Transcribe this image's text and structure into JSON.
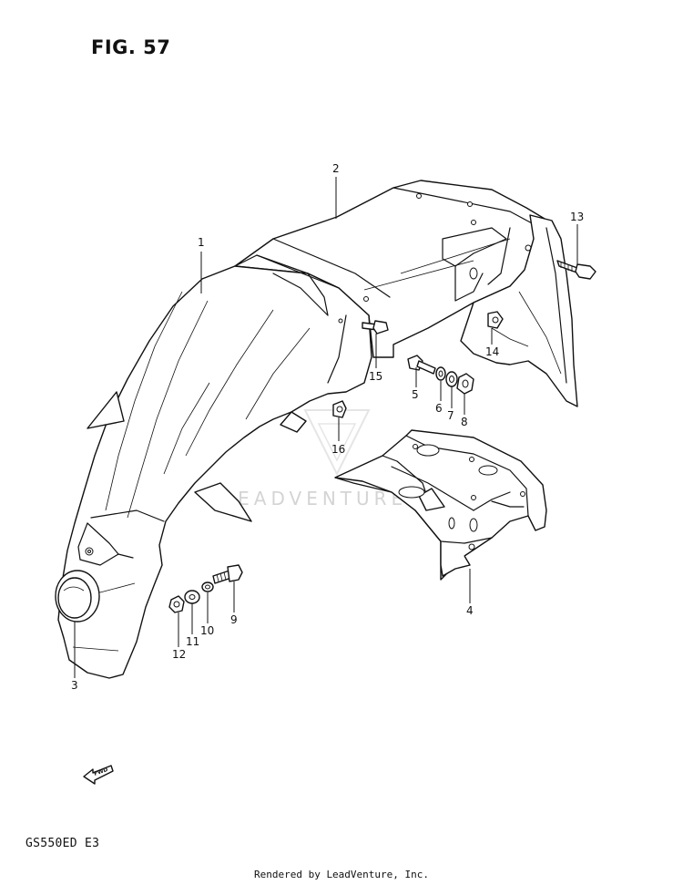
{
  "figure": {
    "title": "FIG. 57",
    "model_code": "GS550ED  E3",
    "credit": "Rendered by LeadVenture, Inc.",
    "watermark": "LEADVENTURE",
    "fwd_label": "FWD"
  },
  "callouts": [
    {
      "id": "1",
      "label": "1"
    },
    {
      "id": "2",
      "label": "2"
    },
    {
      "id": "3",
      "label": "3"
    },
    {
      "id": "4",
      "label": "4"
    },
    {
      "id": "5",
      "label": "5"
    },
    {
      "id": "6",
      "label": "6"
    },
    {
      "id": "7",
      "label": "7"
    },
    {
      "id": "8",
      "label": "8"
    },
    {
      "id": "9",
      "label": "9"
    },
    {
      "id": "10",
      "label": "10"
    },
    {
      "id": "11",
      "label": "11"
    },
    {
      "id": "12",
      "label": "12"
    },
    {
      "id": "13",
      "label": "13"
    },
    {
      "id": "14",
      "label": "14"
    },
    {
      "id": "15",
      "label": "15"
    },
    {
      "id": "16",
      "label": "16"
    }
  ]
}
